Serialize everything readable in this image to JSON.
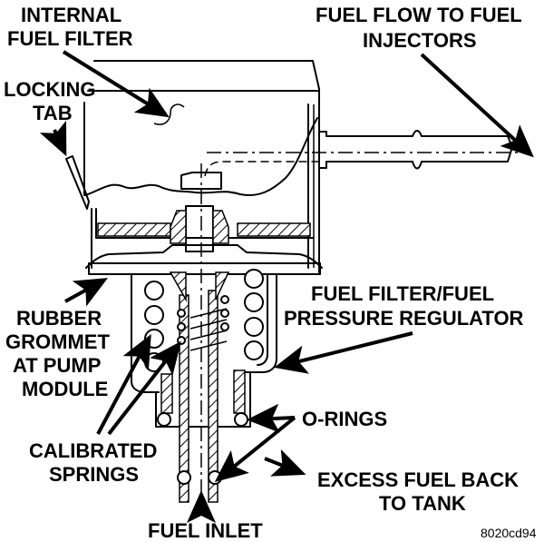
{
  "labels": {
    "internal_filter": [
      "INTERNAL",
      "FUEL FILTER"
    ],
    "flow_out": [
      "FUEL FLOW TO FUEL",
      "INJECTORS"
    ],
    "locking_tab": [
      "LOCKING",
      "TAB"
    ],
    "grommet": [
      "RUBBER",
      "GROMMET",
      "AT PUMP",
      "MODULE"
    ],
    "regulator": [
      "FUEL FILTER/FUEL",
      "PRESSURE REGULATOR"
    ],
    "orings": "O-RINGS",
    "springs": [
      "CALIBRATED",
      "SPRINGS"
    ],
    "excess": [
      "EXCESS FUEL BACK",
      "TO TANK"
    ],
    "inlet": "FUEL INLET"
  },
  "reference_code": "8020cd94",
  "colors": {
    "ink": "#000000",
    "paper": "#ffffff"
  }
}
